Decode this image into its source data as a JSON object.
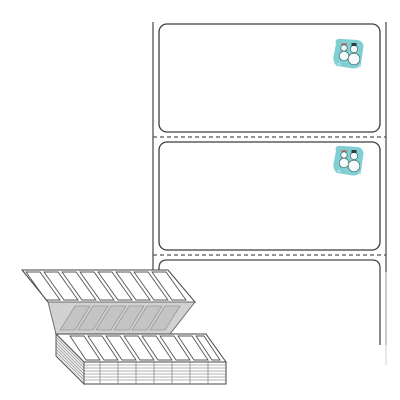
{
  "product": {
    "type": "fanfold-label-strip",
    "label_shape": "rounded-rectangle",
    "perforation": "dashed",
    "visible_label_count": 3,
    "label_art_icon": "snowman-icon",
    "colors": {
      "outline": "#4a4a4a",
      "art_teal": "#7fcfd3",
      "art_light": "#e6f4f5",
      "stack_face": "#ffffff",
      "stack_shadow": "#c9c9c9"
    }
  }
}
